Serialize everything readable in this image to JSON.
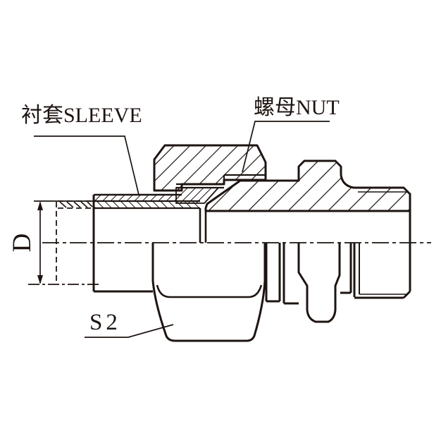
{
  "colors": {
    "background": "#ffffff",
    "line": "#1d1411"
  },
  "labels": {
    "sleeve": {
      "text": "衬套SLEEVE"
    },
    "nut": {
      "text": "螺母NUT"
    },
    "diameter": {
      "text": "D"
    },
    "wrench_size": {
      "text": "S2"
    }
  }
}
